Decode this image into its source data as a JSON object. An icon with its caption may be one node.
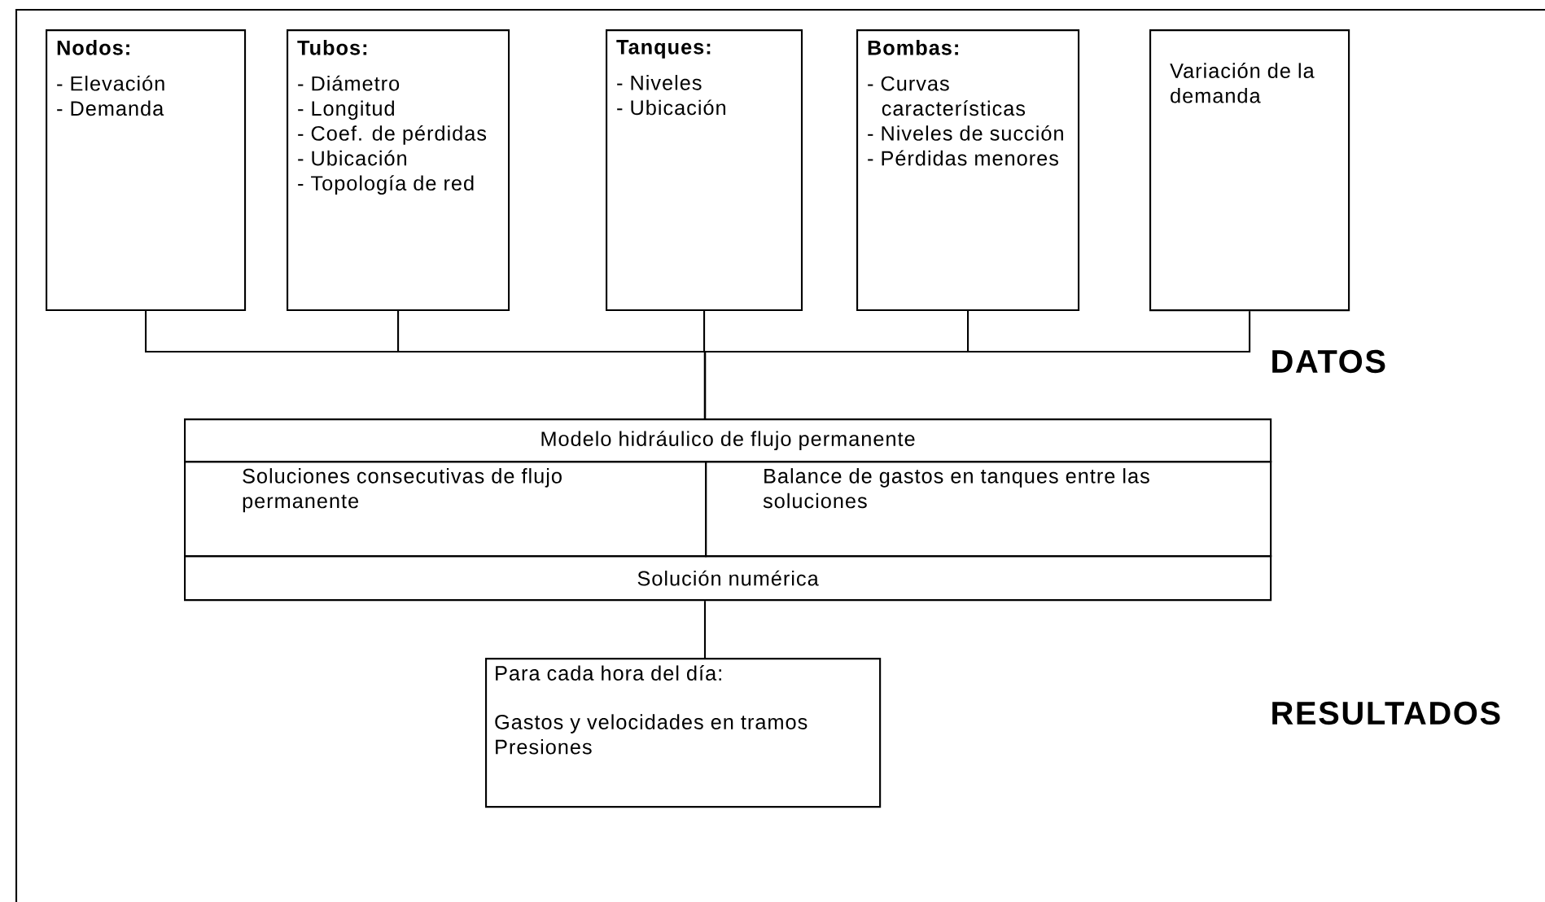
{
  "diagram": {
    "nodes": [
      {
        "text": [
          "Nodos:",
          "- Elevación",
          "- Demanda"
        ]
      },
      {
        "text": [
          "Tubos:",
          "- Diámetro",
          "- Longitud",
          "- Coef. de pérdidas",
          "- Ubicación",
          "- Topología de red"
        ]
      },
      {
        "text": [
          "Tanques:",
          "- Niveles",
          "- Ubicación"
        ]
      },
      {
        "text": [
          "Bombas:",
          "- Curvas características",
          "- Niveles de succión",
          "- Pérdidas menores"
        ]
      },
      {
        "text": [
          "Variación de la demanda"
        ]
      },
      {
        "text": [
          "Modelo hidráulico de flujo permanente"
        ]
      },
      {
        "text": [
          "Soluciones consecutivas de flujo permanente"
        ]
      },
      {
        "text": [
          "Balance de gastos en tanques entre las soluciones"
        ]
      },
      {
        "text": [
          "Solución numérica"
        ]
      },
      {
        "text": [
          "Para cada hora del día:",
          "Gastos y velocidades en tramos",
          "Presiones"
        ]
      }
    ],
    "edges": [
      {
        "from": 0,
        "to": 5,
        "arrow": "none"
      },
      {
        "from": 1,
        "to": 5,
        "arrow": "none"
      },
      {
        "from": 2,
        "to": 5,
        "arrow": "none"
      },
      {
        "from": 3,
        "to": 5,
        "arrow": "none"
      },
      {
        "from": 4,
        "to": 5,
        "arrow": "none"
      },
      {
        "from": 8,
        "to": 9,
        "arrow": "none"
      }
    ],
    "labels": [
      "DATOS",
      "RESULTADOS"
    ]
  }
}
